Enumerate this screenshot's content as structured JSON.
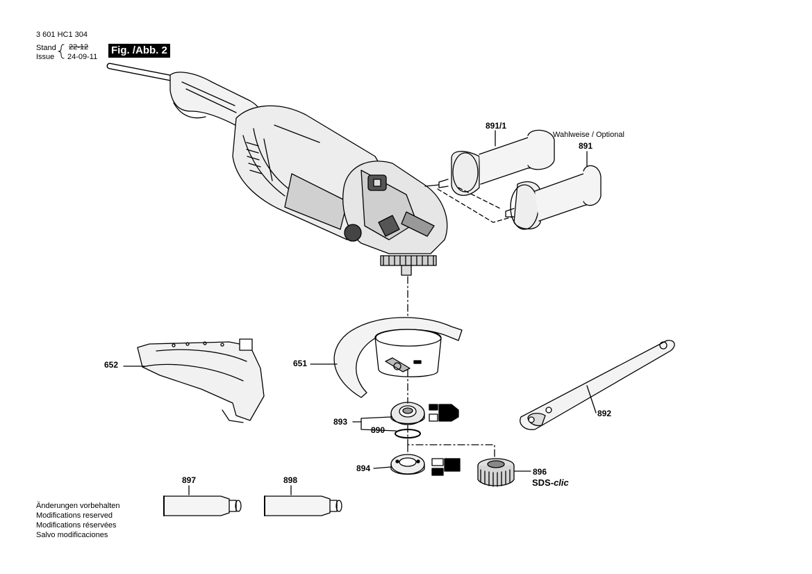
{
  "header": {
    "doc_number": "3 601 HC1 304",
    "stand_label": "Stand",
    "issue_label": "Issue",
    "stand_value": "22-12",
    "issue_value": "24-09-11",
    "figure_label": "Fig. /Abb. 2"
  },
  "parts": {
    "p891_1": "891/1",
    "p891": "891",
    "optional_note": "Wahlweise / Optional",
    "p652": "652",
    "p651": "651",
    "p893": "893",
    "p890": "890",
    "p892": "892",
    "p894": "894",
    "p896": "896",
    "sds_prefix": "SDS-",
    "sds_suffix": "clic",
    "p897": "897",
    "p898": "898"
  },
  "footer": {
    "lines": [
      "Änderungen vorbehalten",
      "Modifications reserved",
      "Modifications réservées",
      "Salvo modificaciones"
    ]
  }
}
